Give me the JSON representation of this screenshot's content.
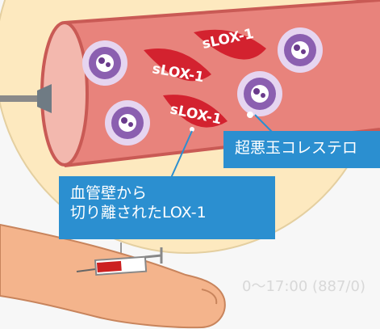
{
  "protein_label": "sLOX-1",
  "protein_count": 3,
  "callouts": {
    "cholesterol": "超悪玉コレステロ",
    "lox_line1": "血管壁から",
    "lox_line2": "切り離されたLOX-1"
  },
  "background_text": "0～17:00 (887/0)",
  "colors": {
    "vessel": "#e8837c",
    "vessel_dark": "#c95a55",
    "lumen": "#f3b8ae",
    "protein_cap": "#d3222f",
    "particle": "#8b5fb0",
    "callout_bg": "#2b8fd0",
    "lens_bg": "#fde9bf",
    "skin": "#f4b48c",
    "syringe_fill": "#cc2020"
  },
  "icons": [
    "cholesterol-particle-icon",
    "syringe-icon",
    "arm-icon",
    "magnifier-icon"
  ]
}
